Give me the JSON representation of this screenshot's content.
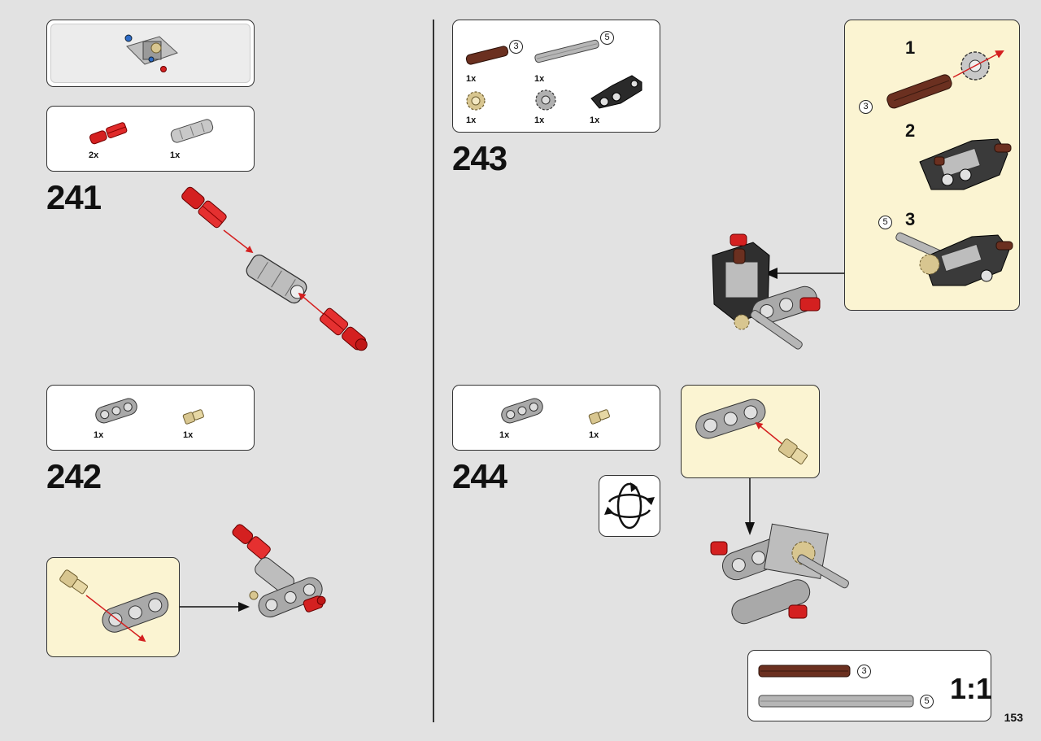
{
  "page": {
    "number": "153"
  },
  "steps": {
    "s241": {
      "number": "241",
      "parts": [
        {
          "qty": "2x",
          "part": "red-axle-pin"
        },
        {
          "qty": "1x",
          "part": "grey-pin-connector"
        }
      ]
    },
    "s242": {
      "number": "242",
      "parts": [
        {
          "qty": "1x",
          "part": "grey-3-hole-beam"
        },
        {
          "qty": "1x",
          "part": "tan-bush-pin"
        }
      ]
    },
    "s243": {
      "number": "243",
      "parts": [
        {
          "qty": "1x",
          "part": "brown-axle",
          "length": "3"
        },
        {
          "qty": "1x",
          "part": "grey-axle",
          "length": "5"
        },
        {
          "qty": "1x",
          "part": "tan-gear"
        },
        {
          "qty": "1x",
          "part": "grey-gear"
        },
        {
          "qty": "1x",
          "part": "black-angle-beam"
        }
      ],
      "substeps": [
        {
          "num": "1",
          "note": "3"
        },
        {
          "num": "2"
        },
        {
          "num": "3",
          "note": "5"
        }
      ]
    },
    "s244": {
      "number": "244",
      "parts": [
        {
          "qty": "1x",
          "part": "grey-3-hole-beam"
        },
        {
          "qty": "1x",
          "part": "tan-bush-pin"
        }
      ]
    }
  },
  "scale_reference": {
    "label": "1:1",
    "items": [
      {
        "length": "3",
        "color": "brown"
      },
      {
        "length": "5",
        "color": "grey"
      }
    ]
  },
  "icons": [
    "rotate-model-icon",
    "arrow-icon"
  ],
  "colors": {
    "callout": "#fbf4d2",
    "red": "#d42020",
    "brown": "#6b3020",
    "grey": "#a8a8a8",
    "dark": "#2a2a2a",
    "tan": "#d8c690"
  }
}
